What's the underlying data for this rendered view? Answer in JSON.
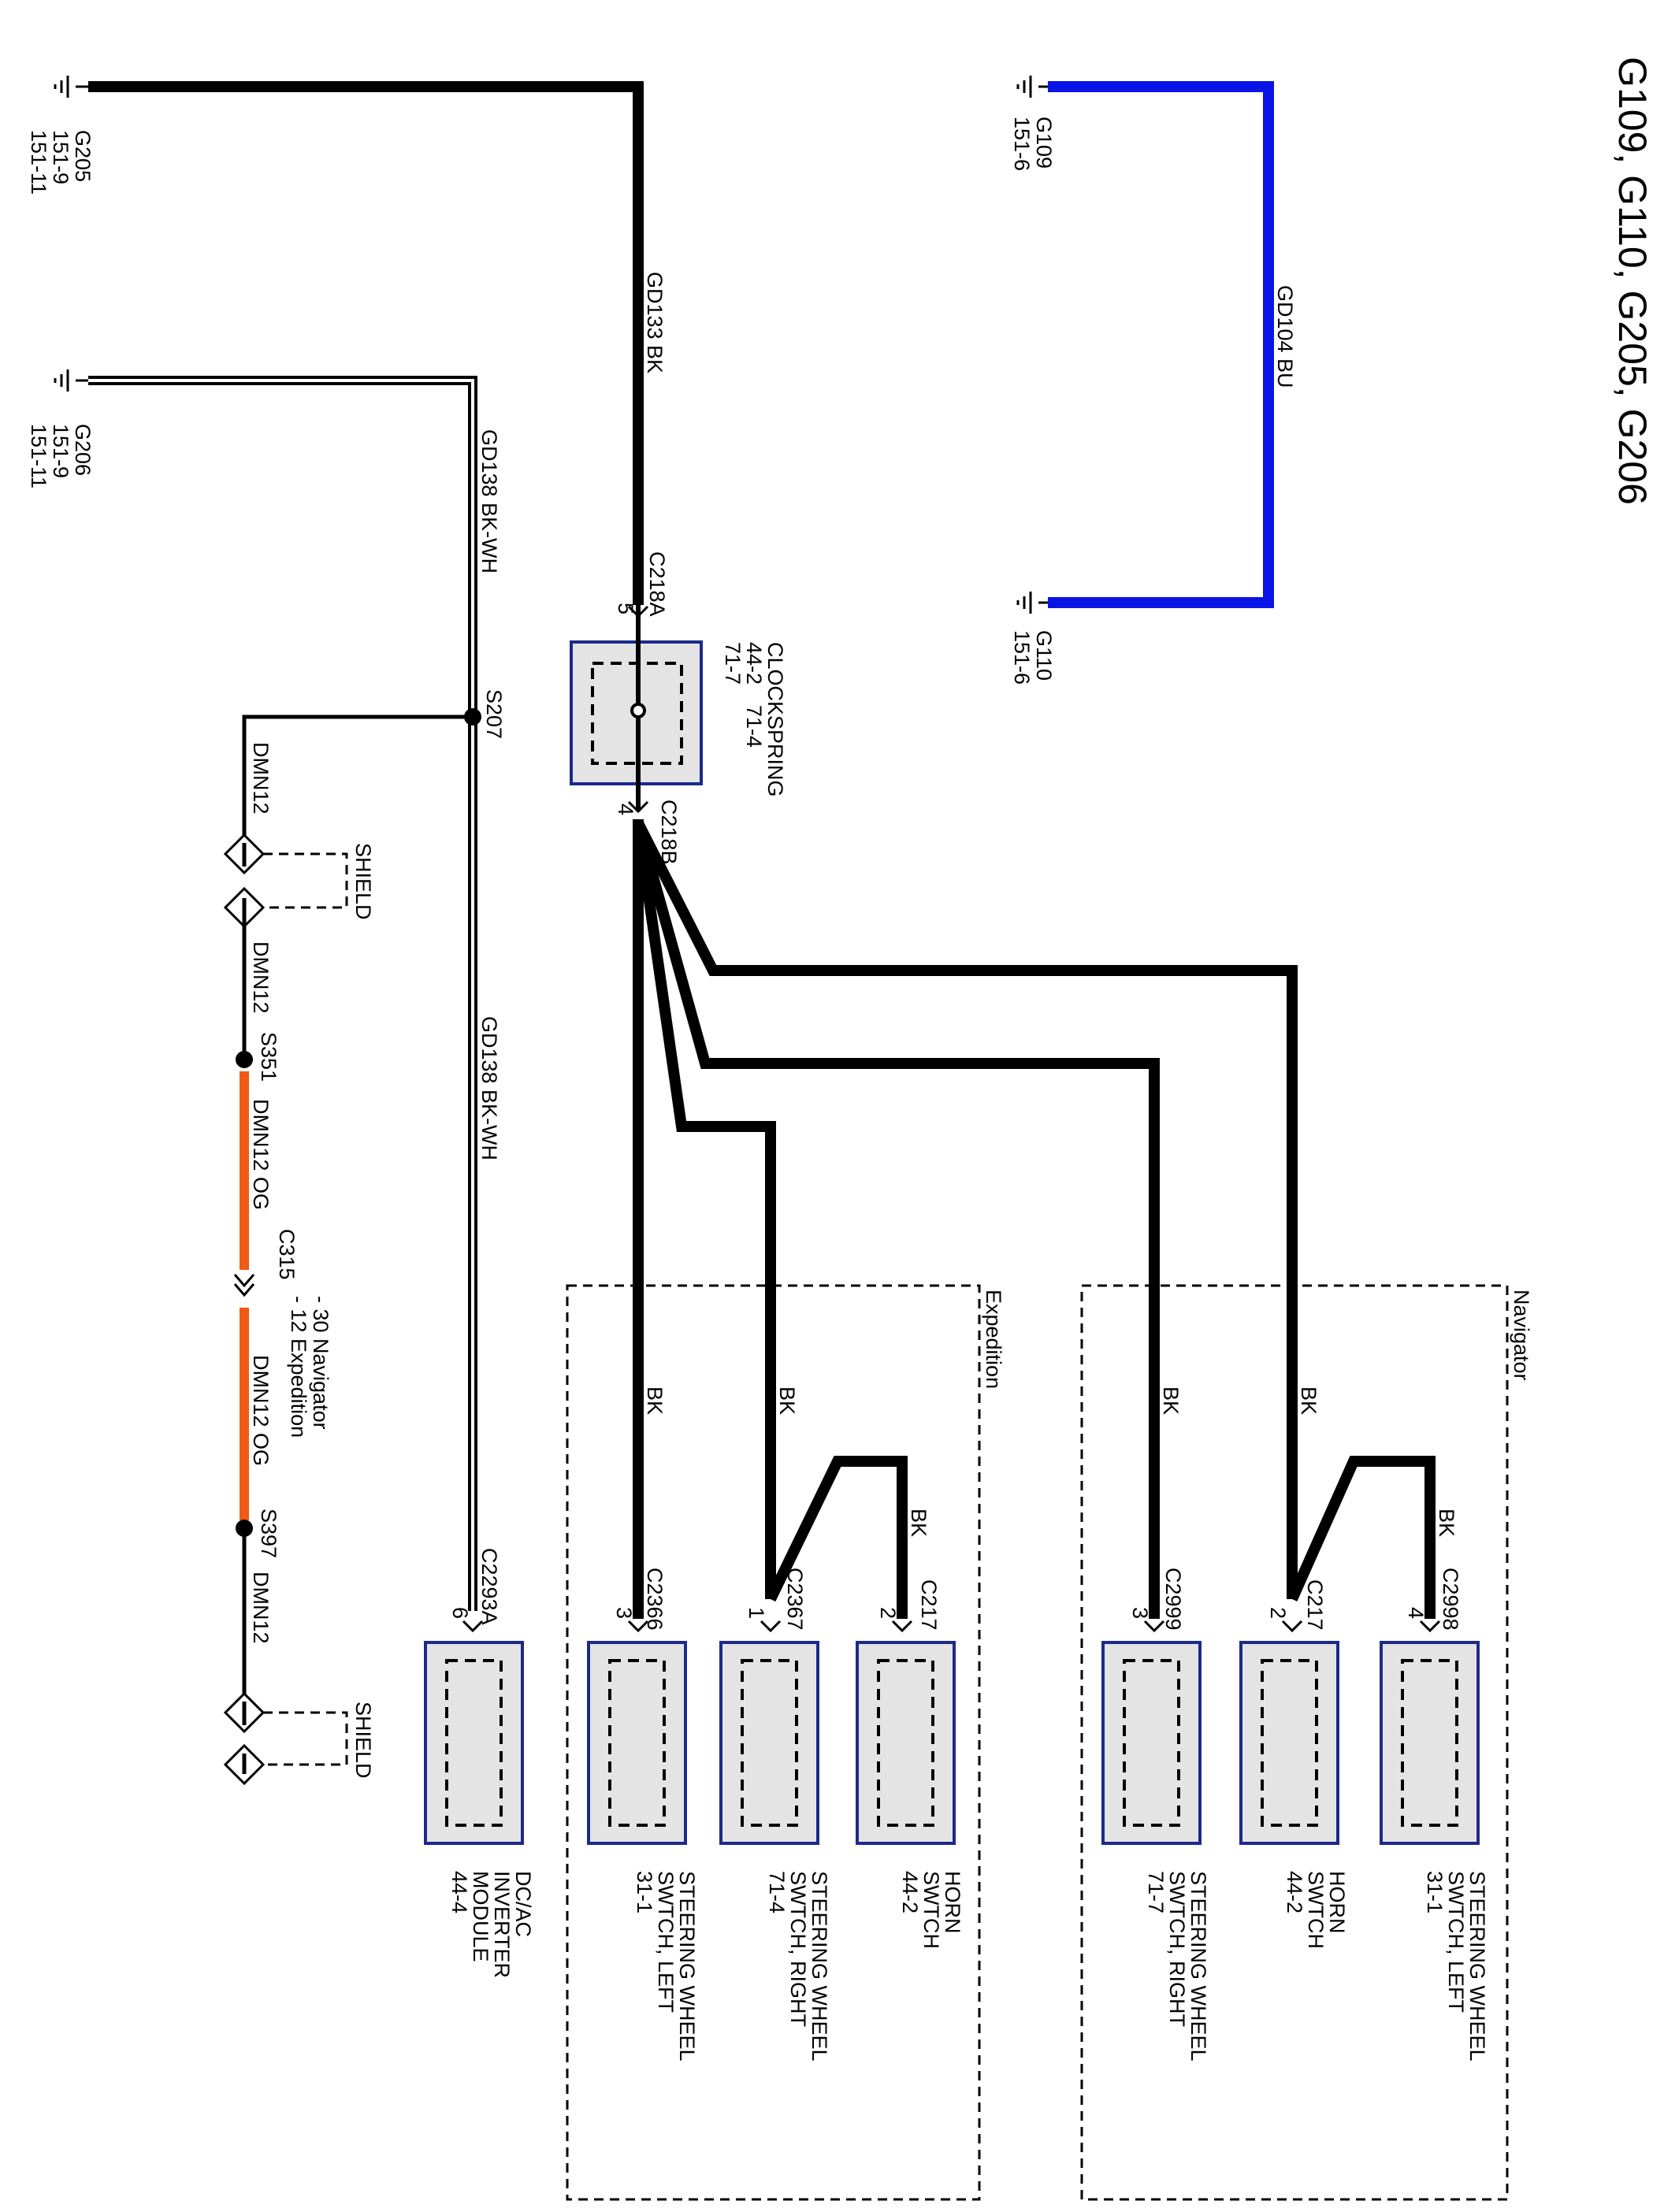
{
  "title": "G109, G110, G205, G206",
  "grounds": {
    "g205": {
      "name": "G205",
      "ref1": "151-9",
      "ref2": "151-11"
    },
    "g206": {
      "name": "G206",
      "ref1": "151-9",
      "ref2": "151-11"
    },
    "g109": {
      "name": "G109",
      "ref1": "151-6"
    },
    "g110": {
      "name": "G110",
      "ref1": "151-6"
    }
  },
  "wires": {
    "gd133": "GD133   BK",
    "gd104": "GD104   BU",
    "gd138_top": "GD138   BK-WH",
    "gd138_bottom": "GD138   BK-WH",
    "dmn12_a": "DMN12",
    "dmn12_b": "DMN12",
    "dmn12_og_a": "DMN12   OG",
    "dmn12_og_b": "DMN12   OG",
    "dmn12_c": "DMN12",
    "bk_exp_left": "BK",
    "bk_exp_right": "BK",
    "bk_exp_horn": "BK",
    "bk_nav_right": "BK",
    "bk_nav_horn1": "BK",
    "bk_nav_left": "BK"
  },
  "splices": {
    "s207": "S207",
    "s351": "S351",
    "s397": "S397"
  },
  "connectors": {
    "c218a": "C218A",
    "c218a_pin": "5",
    "c218b": "C218B",
    "c218b_pin": "4",
    "c315_line1": "C315",
    "c315_line2": "- 30 Navigator",
    "c315_line3": "- 12 Expedition",
    "c2293a": "C2293A",
    "c2293a_pin": "6",
    "c2366": "C2366",
    "c2366_pin": "3",
    "c2367": "C2367",
    "c2367_pin": "1",
    "c217_exp": "C217",
    "c217_exp_pin": "2",
    "c2999": "C2999",
    "c2999_pin": "3",
    "c217_nav": "C217",
    "c217_nav_pin": "2",
    "c2998": "C2998",
    "c2998_pin": "4"
  },
  "shield": {
    "label_a": "SHIELD",
    "label_b": "SHIELD"
  },
  "groups": {
    "expedition": "Expedition",
    "navigator": "Navigator"
  },
  "components": {
    "clockspring": {
      "line1": "CLOCKSPRING",
      "line2": "44-2",
      "line3": "71-4",
      "line4": "71-7"
    },
    "dcac": {
      "line1": "DC/AC",
      "line2": "INVERTER",
      "line3": "MODULE",
      "line4": "44-4"
    },
    "exp_sw_left": {
      "line1": "STEERING WHEEL",
      "line2": "SWTCH, LEFT",
      "line3": "31-1"
    },
    "exp_sw_right": {
      "line1": "STEERING WHEEL",
      "line2": "SWTCH, RIGHT",
      "line3": "71-4"
    },
    "exp_horn": {
      "line1": "HORN",
      "line2": "SWTCH",
      "line3": "44-2"
    },
    "nav_sw_right": {
      "line1": "STEERING WHEEL",
      "line2": "SWTCH, RIGHT",
      "line3": "71-7"
    },
    "nav_horn": {
      "line1": "HORN",
      "line2": "SWTCH",
      "line3": "44-2"
    },
    "nav_sw_left": {
      "line1": "STEERING WHEEL",
      "line2": "SWTCH, LEFT",
      "line3": "31-1"
    }
  }
}
